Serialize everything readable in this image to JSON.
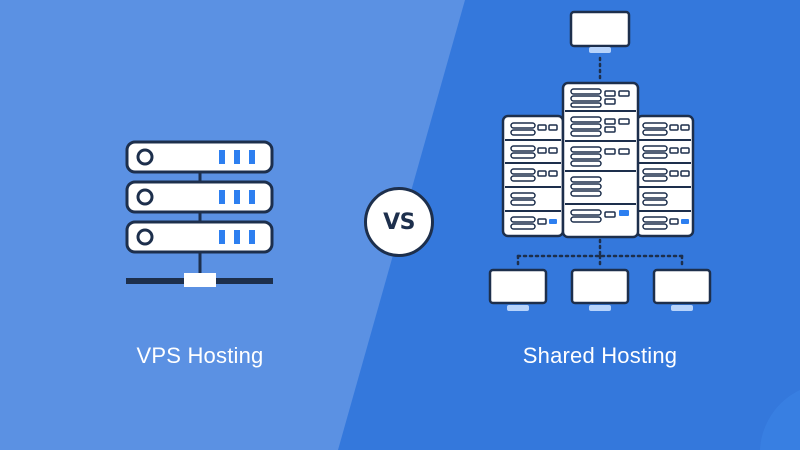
{
  "left_panel": {
    "caption": "VPS Hosting",
    "background_color": "#5b91e3",
    "illustration": "server-rack-icon"
  },
  "divider": {
    "badge_text": "VS"
  },
  "right_panel": {
    "caption": "Shared Hosting",
    "background_color": "#3478dc",
    "illustration": "shared-server-network-icon"
  },
  "colors": {
    "outline": "#1d2f4c",
    "accent": "#2d7ff0",
    "white": "#ffffff",
    "screen_base": "#b7d3fb"
  }
}
